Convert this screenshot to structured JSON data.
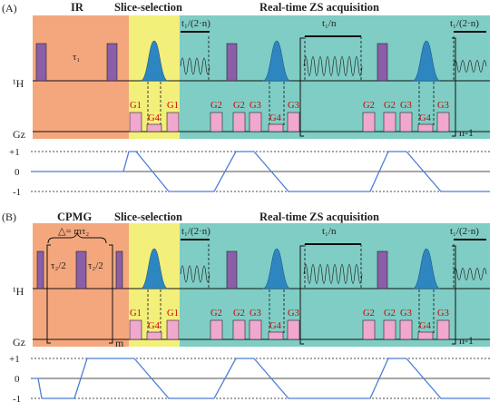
{
  "panelA": {
    "panel_label": "(A)",
    "section_titles": [
      "IR",
      "Slice-selection",
      "Real-time ZS acquisition"
    ],
    "tau_label": "τ₁",
    "h_label": "¹H",
    "gz_label": "Gz",
    "t1_2n_label": "t₁/(2·n)",
    "t1_n_label": "t₁/n",
    "n1_label": "n-1",
    "gradient_labels": [
      "G1",
      "G4",
      "G1",
      "G2",
      "G2",
      "G3",
      "G4",
      "G3",
      "G2",
      "G2",
      "G3",
      "G4",
      "G3"
    ],
    "axis_ticks": [
      "+1",
      "0",
      "-1"
    ]
  },
  "panelB": {
    "panel_label": "(B)",
    "section_titles": [
      "CPMG",
      "Slice-selection",
      "Real-time ZS acquisition"
    ],
    "delta_label": "△= mτ₂",
    "tau2_label": "τ₂/2",
    "m_label": "m",
    "h_label": "¹H",
    "gz_label": "Gz",
    "t1_2n_label": "t₁/(2·n)",
    "t1_n_label": "t₁/n",
    "n1_label": "n-1",
    "gradient_labels": [
      "G1",
      "G4",
      "G1",
      "G2",
      "G2",
      "G3",
      "G4",
      "G3",
      "G2",
      "G2",
      "G3",
      "G4",
      "G3"
    ],
    "axis_ticks": [
      "+1",
      "0",
      "-1"
    ]
  },
  "colors": {
    "ir_block": "#f4a77d",
    "slice_block": "#f3ef7b",
    "acq_block": "#7fcdc4",
    "pulse": "#8b5ea8",
    "gaussian": "#2e86c1",
    "gradient": "#f0a8cf",
    "waveform": "#4a7ed6",
    "gradient_label": "#cc0000"
  }
}
